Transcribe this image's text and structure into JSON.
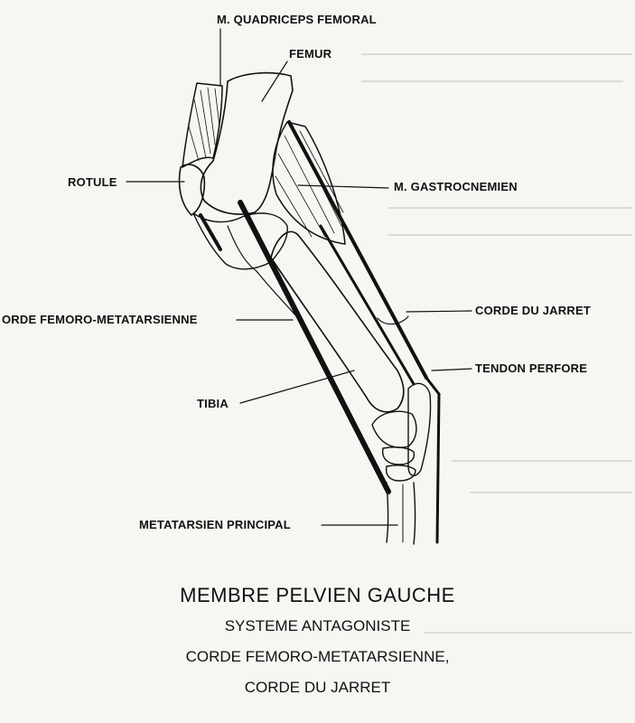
{
  "labels": {
    "quadriceps": "M. QUADRICEPS FEMORAL",
    "femur": "FEMUR",
    "rotule": "ROTULE",
    "gastrocnemien": "M. GASTROCNEMIEN",
    "corde_femoro": "ORDE FEMORO-METATARSIENNE",
    "corde_jarret": "CORDE DU JARRET",
    "tendon": "TENDON PERFORE",
    "tibia": "TIBIA",
    "metatarsien": "METATARSIEN PRINCIPAL"
  },
  "caption": {
    "title": "MEMBRE PELVIEN GAUCHE",
    "line1": "SYSTEME ANTAGONISTE",
    "line2": "CORDE FEMORO-METATARSIENNE,",
    "line3": "CORDE DU JARRET"
  }
}
